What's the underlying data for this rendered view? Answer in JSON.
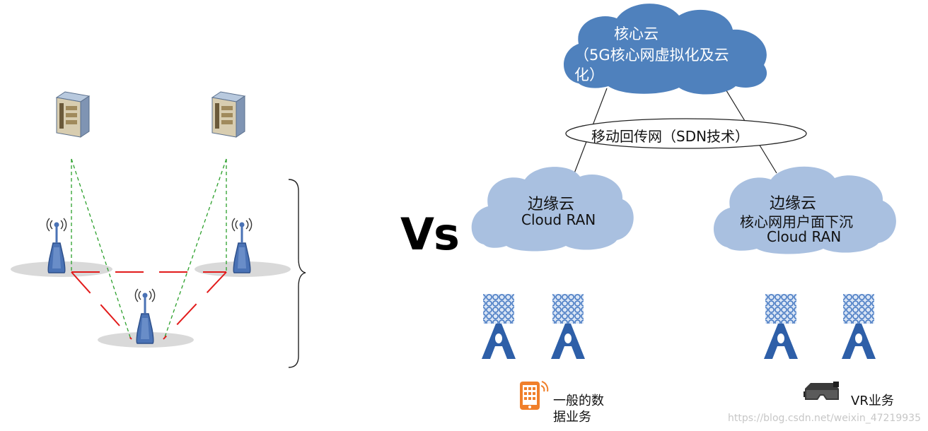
{
  "vs_label": "Vs",
  "core_cloud": {
    "title": "核心云",
    "subtitle_line1": "（5G核心网虚拟化及云",
    "subtitle_line2": "化）",
    "color": "#4f81bd"
  },
  "backhaul": {
    "label": "移动回传网（SDN技术）"
  },
  "edge_cloud_left": {
    "title": "边缘云",
    "subtitle": "Cloud RAN",
    "color": "#a9c0e0"
  },
  "edge_cloud_right": {
    "title": "边缘云",
    "subtitle_line1": "核心网用户面下沉",
    "subtitle_line2": "Cloud RAN",
    "color": "#a9c0e0"
  },
  "service_left": {
    "line1": "一般的数",
    "line2": "据业务",
    "icon": "smartphone-icon"
  },
  "service_right": {
    "label": "VR业务",
    "icon": "vr-headset-icon"
  },
  "watermark": "https://blog.csdn.net/weixin_47219935",
  "colors": {
    "tower": "#2e5fa8",
    "tower_mesh": "#4a7cc4",
    "green_dash": "#2ca02c",
    "red_dash": "#e21b1b",
    "ap": "#4a72b5"
  }
}
